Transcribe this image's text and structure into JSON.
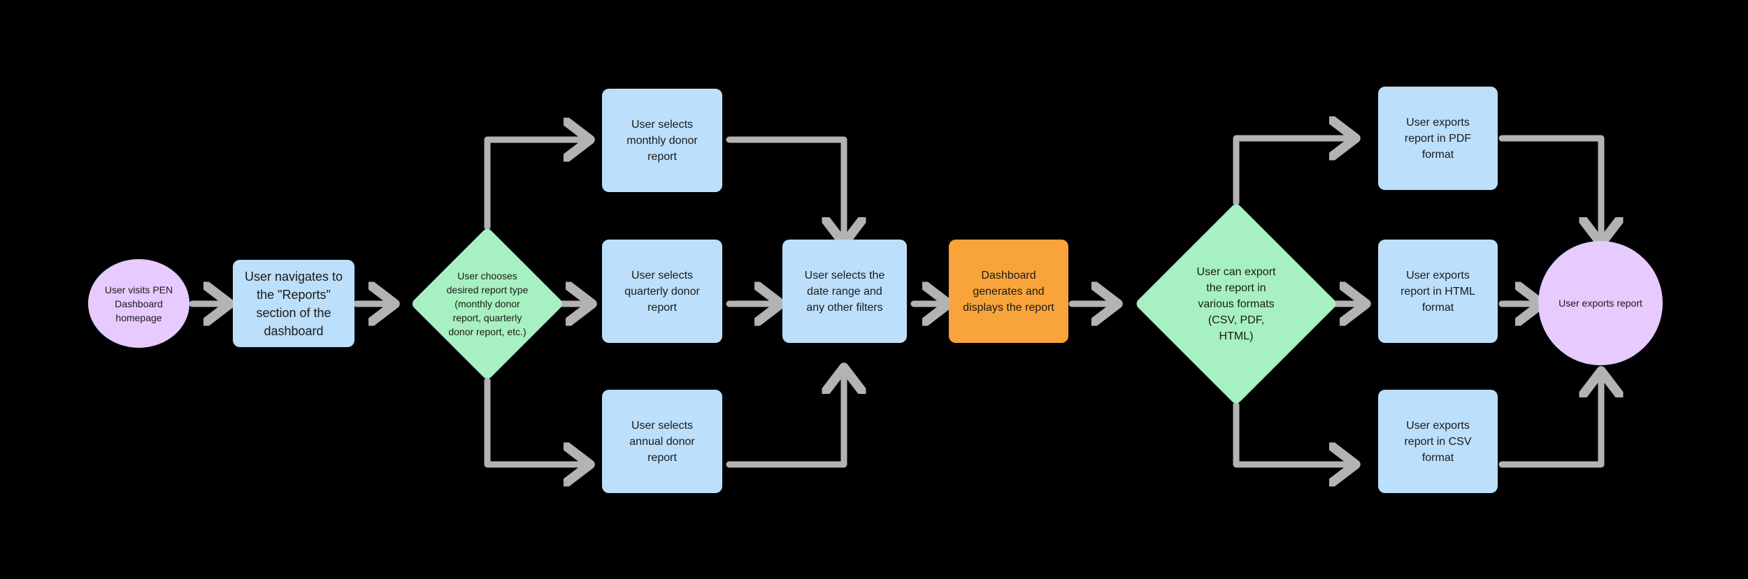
{
  "diagram": {
    "title": "PEN Dashboard donor report export flow",
    "type": "flowchart",
    "background_color": "#000000",
    "edge_color": "#b3b3b3",
    "palette": {
      "terminal": "#e7caff",
      "process": "#bcdffb",
      "decision": "#a7f0c1",
      "highlight": "#f9a43a",
      "text": "#1a1a1a"
    }
  },
  "nodes": {
    "start": {
      "label": "User visits PEN\nDashboard\nhomepage",
      "shape": "ellipse",
      "color": "#e7caff"
    },
    "navigate_reports": {
      "label": "User navigates to\nthe \"Reports\"\nsection of the\ndashboard",
      "shape": "rectangle",
      "color": "#bcdffb"
    },
    "choose_report_type": {
      "label": "User chooses\ndesired report type\n(monthly donor\nreport, quarterly\ndonor report, etc.)",
      "shape": "diamond",
      "color": "#a7f0c1"
    },
    "monthly_report": {
      "label": "User selects\nmonthly donor\nreport",
      "shape": "rectangle",
      "color": "#bcdffb"
    },
    "quarterly_report": {
      "label": "User selects\nquarterly donor\nreport",
      "shape": "rectangle",
      "color": "#bcdffb"
    },
    "annual_report": {
      "label": "User selects\nannual donor\nreport",
      "shape": "rectangle",
      "color": "#bcdffb"
    },
    "date_range": {
      "label": "User selects the\ndate range and\nany other filters",
      "shape": "rectangle",
      "color": "#bcdffb"
    },
    "dashboard_generates": {
      "label": "Dashboard\ngenerates and\ndisplays the report",
      "shape": "rectangle",
      "color": "#f9a43a"
    },
    "export_formats": {
      "label": "User can export\nthe report in\nvarious formats\n(CSV, PDF,\nHTML)",
      "shape": "diamond",
      "color": "#a7f0c1"
    },
    "export_pdf": {
      "label": "User exports\nreport in PDF\nformat",
      "shape": "rectangle",
      "color": "#bcdffb"
    },
    "export_html": {
      "label": "User exports\nreport in HTML\nformat",
      "shape": "rectangle",
      "color": "#bcdffb"
    },
    "export_csv": {
      "label": "User exports\nreport in CSV\nformat",
      "shape": "rectangle",
      "color": "#bcdffb"
    },
    "end": {
      "label": "User exports report",
      "shape": "ellipse",
      "color": "#e7caff"
    }
  },
  "edges": [
    {
      "from": "start",
      "to": "navigate_reports",
      "style": "straight-arrow"
    },
    {
      "from": "navigate_reports",
      "to": "choose_report_type",
      "style": "straight-arrow"
    },
    {
      "from": "choose_report_type",
      "to": "monthly_report",
      "style": "elbow-up-right-arrow"
    },
    {
      "from": "choose_report_type",
      "to": "quarterly_report",
      "style": "straight-arrow"
    },
    {
      "from": "choose_report_type",
      "to": "annual_report",
      "style": "elbow-down-right-arrow"
    },
    {
      "from": "monthly_report",
      "to": "date_range",
      "style": "elbow-right-down-arrow"
    },
    {
      "from": "quarterly_report",
      "to": "date_range",
      "style": "straight-arrow"
    },
    {
      "from": "annual_report",
      "to": "date_range",
      "style": "elbow-right-up-arrow"
    },
    {
      "from": "date_range",
      "to": "dashboard_generates",
      "style": "straight-arrow"
    },
    {
      "from": "dashboard_generates",
      "to": "export_formats",
      "style": "straight-arrow"
    },
    {
      "from": "export_formats",
      "to": "export_pdf",
      "style": "elbow-up-right-arrow"
    },
    {
      "from": "export_formats",
      "to": "export_html",
      "style": "straight-arrow"
    },
    {
      "from": "export_formats",
      "to": "export_csv",
      "style": "elbow-down-right-arrow"
    },
    {
      "from": "export_pdf",
      "to": "end",
      "style": "elbow-right-down-arrow"
    },
    {
      "from": "export_html",
      "to": "end",
      "style": "straight-arrow"
    },
    {
      "from": "export_csv",
      "to": "end",
      "style": "elbow-right-up-arrow"
    }
  ]
}
